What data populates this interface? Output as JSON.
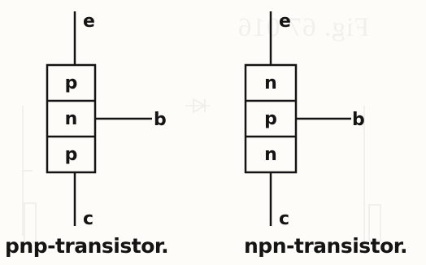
{
  "background_bleed_text": "Fig. 67 016",
  "colors": {
    "ink": "#141414",
    "paper": "#fdfcf8",
    "bleed": "#8c8c8c"
  },
  "pnp": {
    "terminal_emitter": "e",
    "terminal_base": "b",
    "terminal_collector": "c",
    "layers": [
      "p",
      "n",
      "p"
    ],
    "caption": "pnp-transistor."
  },
  "npn": {
    "terminal_emitter": "e",
    "terminal_base": "b",
    "terminal_collector": "c",
    "layers": [
      "n",
      "p",
      "n"
    ],
    "caption": "npn-transistor."
  }
}
